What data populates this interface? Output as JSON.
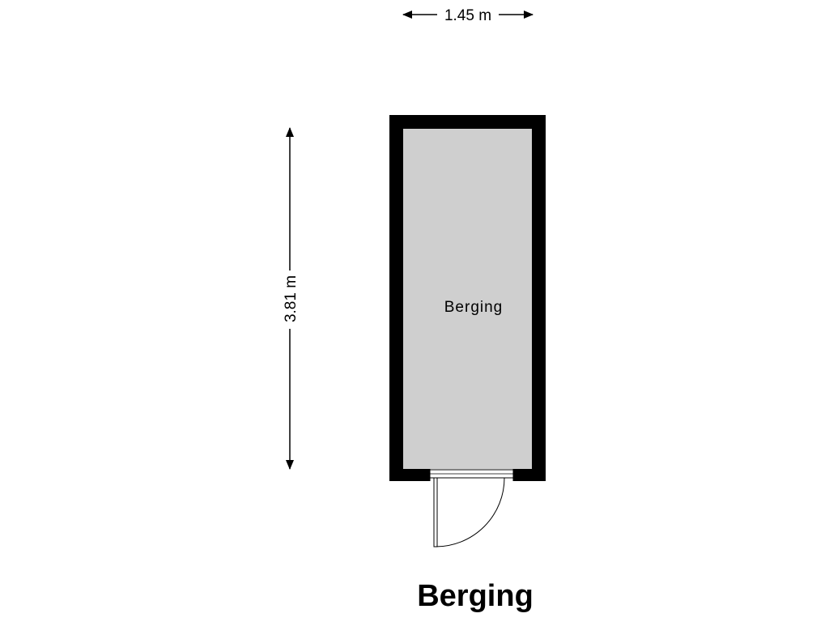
{
  "plan": {
    "title": "Berging",
    "room_label": "Berging",
    "width_dimension": "1.45 m",
    "height_dimension": "3.81 m"
  },
  "colors": {
    "wall": "#000000",
    "floor": "#cfcfcf",
    "background": "#ffffff"
  }
}
